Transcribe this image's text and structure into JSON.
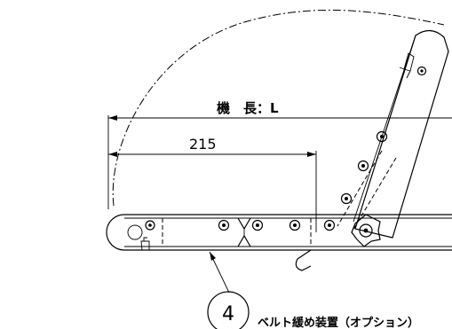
{
  "labels": {
    "machine_length": "機　長：L",
    "dimension_215": "215",
    "callout_number": "4",
    "callout_text": "ベルト緩め装置（オプション）"
  }
}
